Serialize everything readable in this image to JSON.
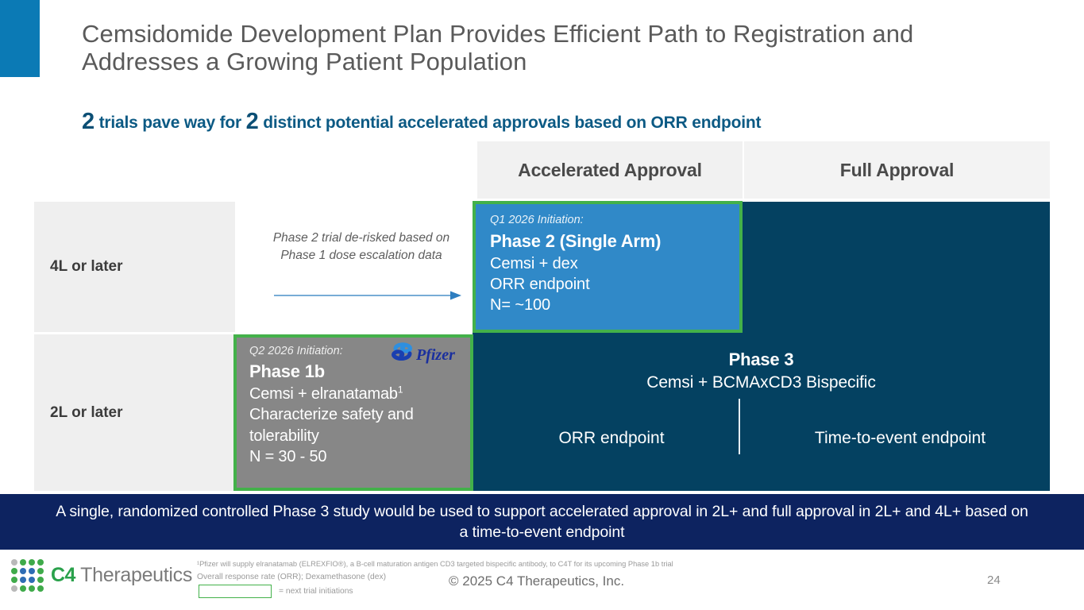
{
  "slide": {
    "title": "Cemsidomide Development Plan Provides Efficient Path to Registration and Addresses a Growing Patient Population",
    "subtitle": {
      "num1": "2",
      "mid": " trials pave way for ",
      "num2": "2",
      "tail": " distinct potential accelerated approvals based on ORR endpoint"
    },
    "page_number": "24"
  },
  "columns": {
    "accelerated_approval": "Accelerated Approval",
    "full_approval": "Full Approval"
  },
  "rows": {
    "row_4l": "4L or later",
    "row_2l": "2L or later"
  },
  "annotation": {
    "derisk_note": "Phase 2 trial de-risked based on Phase 1 dose escalation data",
    "arrow_icon": "right-arrow-icon"
  },
  "phase2": {
    "initiation": "Q1 2026 Initiation:",
    "title": "Phase 2 (Single Arm)",
    "regimen": "Cemsi + dex",
    "endpoint": "ORR endpoint",
    "enrollment": "N= ~100"
  },
  "phase1b": {
    "initiation": "Q2 2026 Initiation:",
    "title": "Phase 1b",
    "regimen": "Cemsi + elranatamab",
    "regimen_sup": "1",
    "objective_line1": "Characterize safety and",
    "objective_line2": "tolerability",
    "enrollment": "N = 30 - 50",
    "partner_logo": "pfizer-logo",
    "partner_name": "Pfizer"
  },
  "phase3": {
    "title": "Phase 3",
    "regimen": "Cemsi + BCMAxCD3 Bispecific",
    "endpoint_left": "ORR endpoint",
    "endpoint_right": "Time-to-event endpoint"
  },
  "banner": {
    "text": "A single, randomized controlled Phase 3 study would be used to support accelerated approval in 2L+ and full approval in 2L+ and 4L+ based on a time-to-event endpoint"
  },
  "footer": {
    "footnote1": "¹Pfizer will supply elranatamab (ELREXFIO®), a B-cell maturation antigen CD3 targeted bispecific antibody, to C4T for its upcoming Phase 1b trial",
    "footnote2": "Overall response rate (ORR); Dexamethasone (dex)",
    "legend_label": "= next trial initiations",
    "copyright": "© 2025 C4 Therapeutics, Inc.",
    "logo_c4": "C4",
    "logo_word": " Therapeutics"
  },
  "colors": {
    "accent_blue": "#0b7ab5",
    "navy": "#044161",
    "phase2_blue": "#3089c8",
    "green_border": "#43b14a",
    "gray_box": "#878787",
    "banner_navy": "#0d2360",
    "header_gray": "#f1f1f1"
  }
}
